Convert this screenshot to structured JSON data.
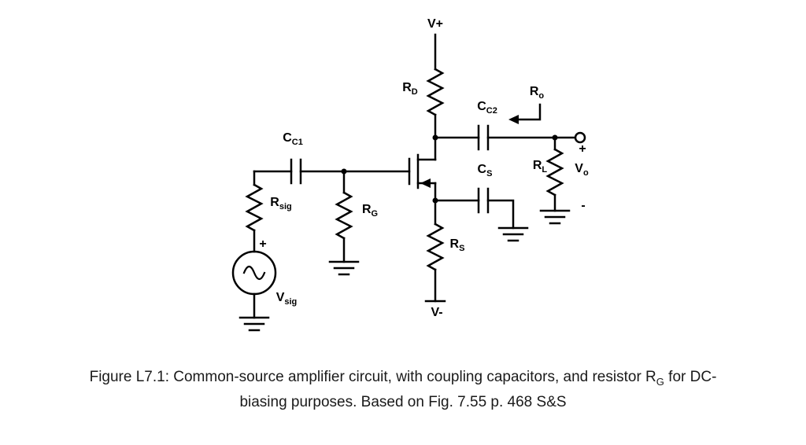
{
  "figure": {
    "caption": {
      "line1_before_sub": "Figure L7.1: Common-source amplifier circuit, with coupling capacitors, and resistor R",
      "line1_sub": "G",
      "line1_after_sub": " for DC-",
      "line2": "biasing purposes. Based on Fig. 7.55 p. 468 S&S"
    }
  },
  "circuit": {
    "supplies": {
      "vplus": "V+",
      "vminus": "V-"
    },
    "components": {
      "rd": {
        "main": "R",
        "sub": "D"
      },
      "cc2": {
        "main": "C",
        "sub": "C2"
      },
      "ro": {
        "main": "R",
        "sub": "o"
      },
      "rl": {
        "main": "R",
        "sub": "L"
      },
      "vo": {
        "main": "V",
        "sub": "o"
      },
      "cs": {
        "main": "C",
        "sub": "S"
      },
      "rs": {
        "main": "R",
        "sub": "S"
      },
      "cc1": {
        "main": "C",
        "sub": "C1"
      },
      "rg": {
        "main": "R",
        "sub": "G"
      },
      "rsig": {
        "main": "R",
        "sub": "sig"
      },
      "vsig": {
        "main": "V",
        "sub": "sig"
      }
    },
    "output_port": {
      "plus": "+",
      "minus": "-"
    },
    "source_polarity": "+",
    "colors": {
      "ink": "#000000",
      "background": "#ffffff"
    }
  }
}
